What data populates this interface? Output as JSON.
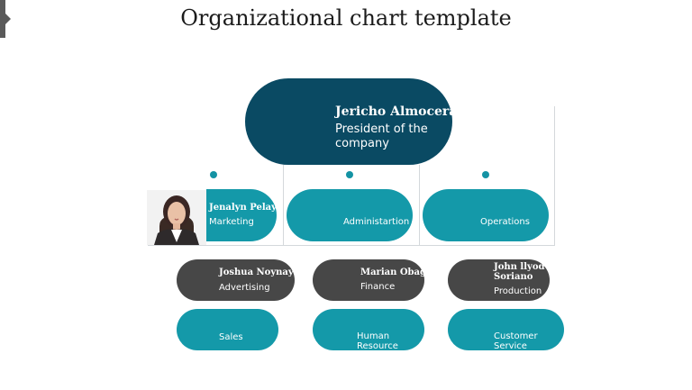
{
  "title": "Organizational chart template",
  "colors": {
    "navy": "#0a4a63",
    "teal": "#1499a9",
    "dark_gray": "#474747",
    "connector": "#d4d8db"
  },
  "president": {
    "name": "Jericho Almocera",
    "role": "President of the company"
  },
  "level2": [
    {
      "name": "Jenalyn Pelayo",
      "role": "Marketing"
    },
    {
      "name": "",
      "role": "Administartion"
    },
    {
      "name": "",
      "role": "Operations"
    }
  ],
  "level3": [
    {
      "name": "Joshua Noynay",
      "role": "Advertising"
    },
    {
      "name": "Marian Obag",
      "role": "Finance"
    },
    {
      "name": "John llyod Soriano",
      "role": "Production"
    }
  ],
  "level4": [
    {
      "role": "Sales"
    },
    {
      "role": "Human Resource"
    },
    {
      "role": "Customer Service"
    }
  ],
  "avatar_icon": "person-photo-icon"
}
